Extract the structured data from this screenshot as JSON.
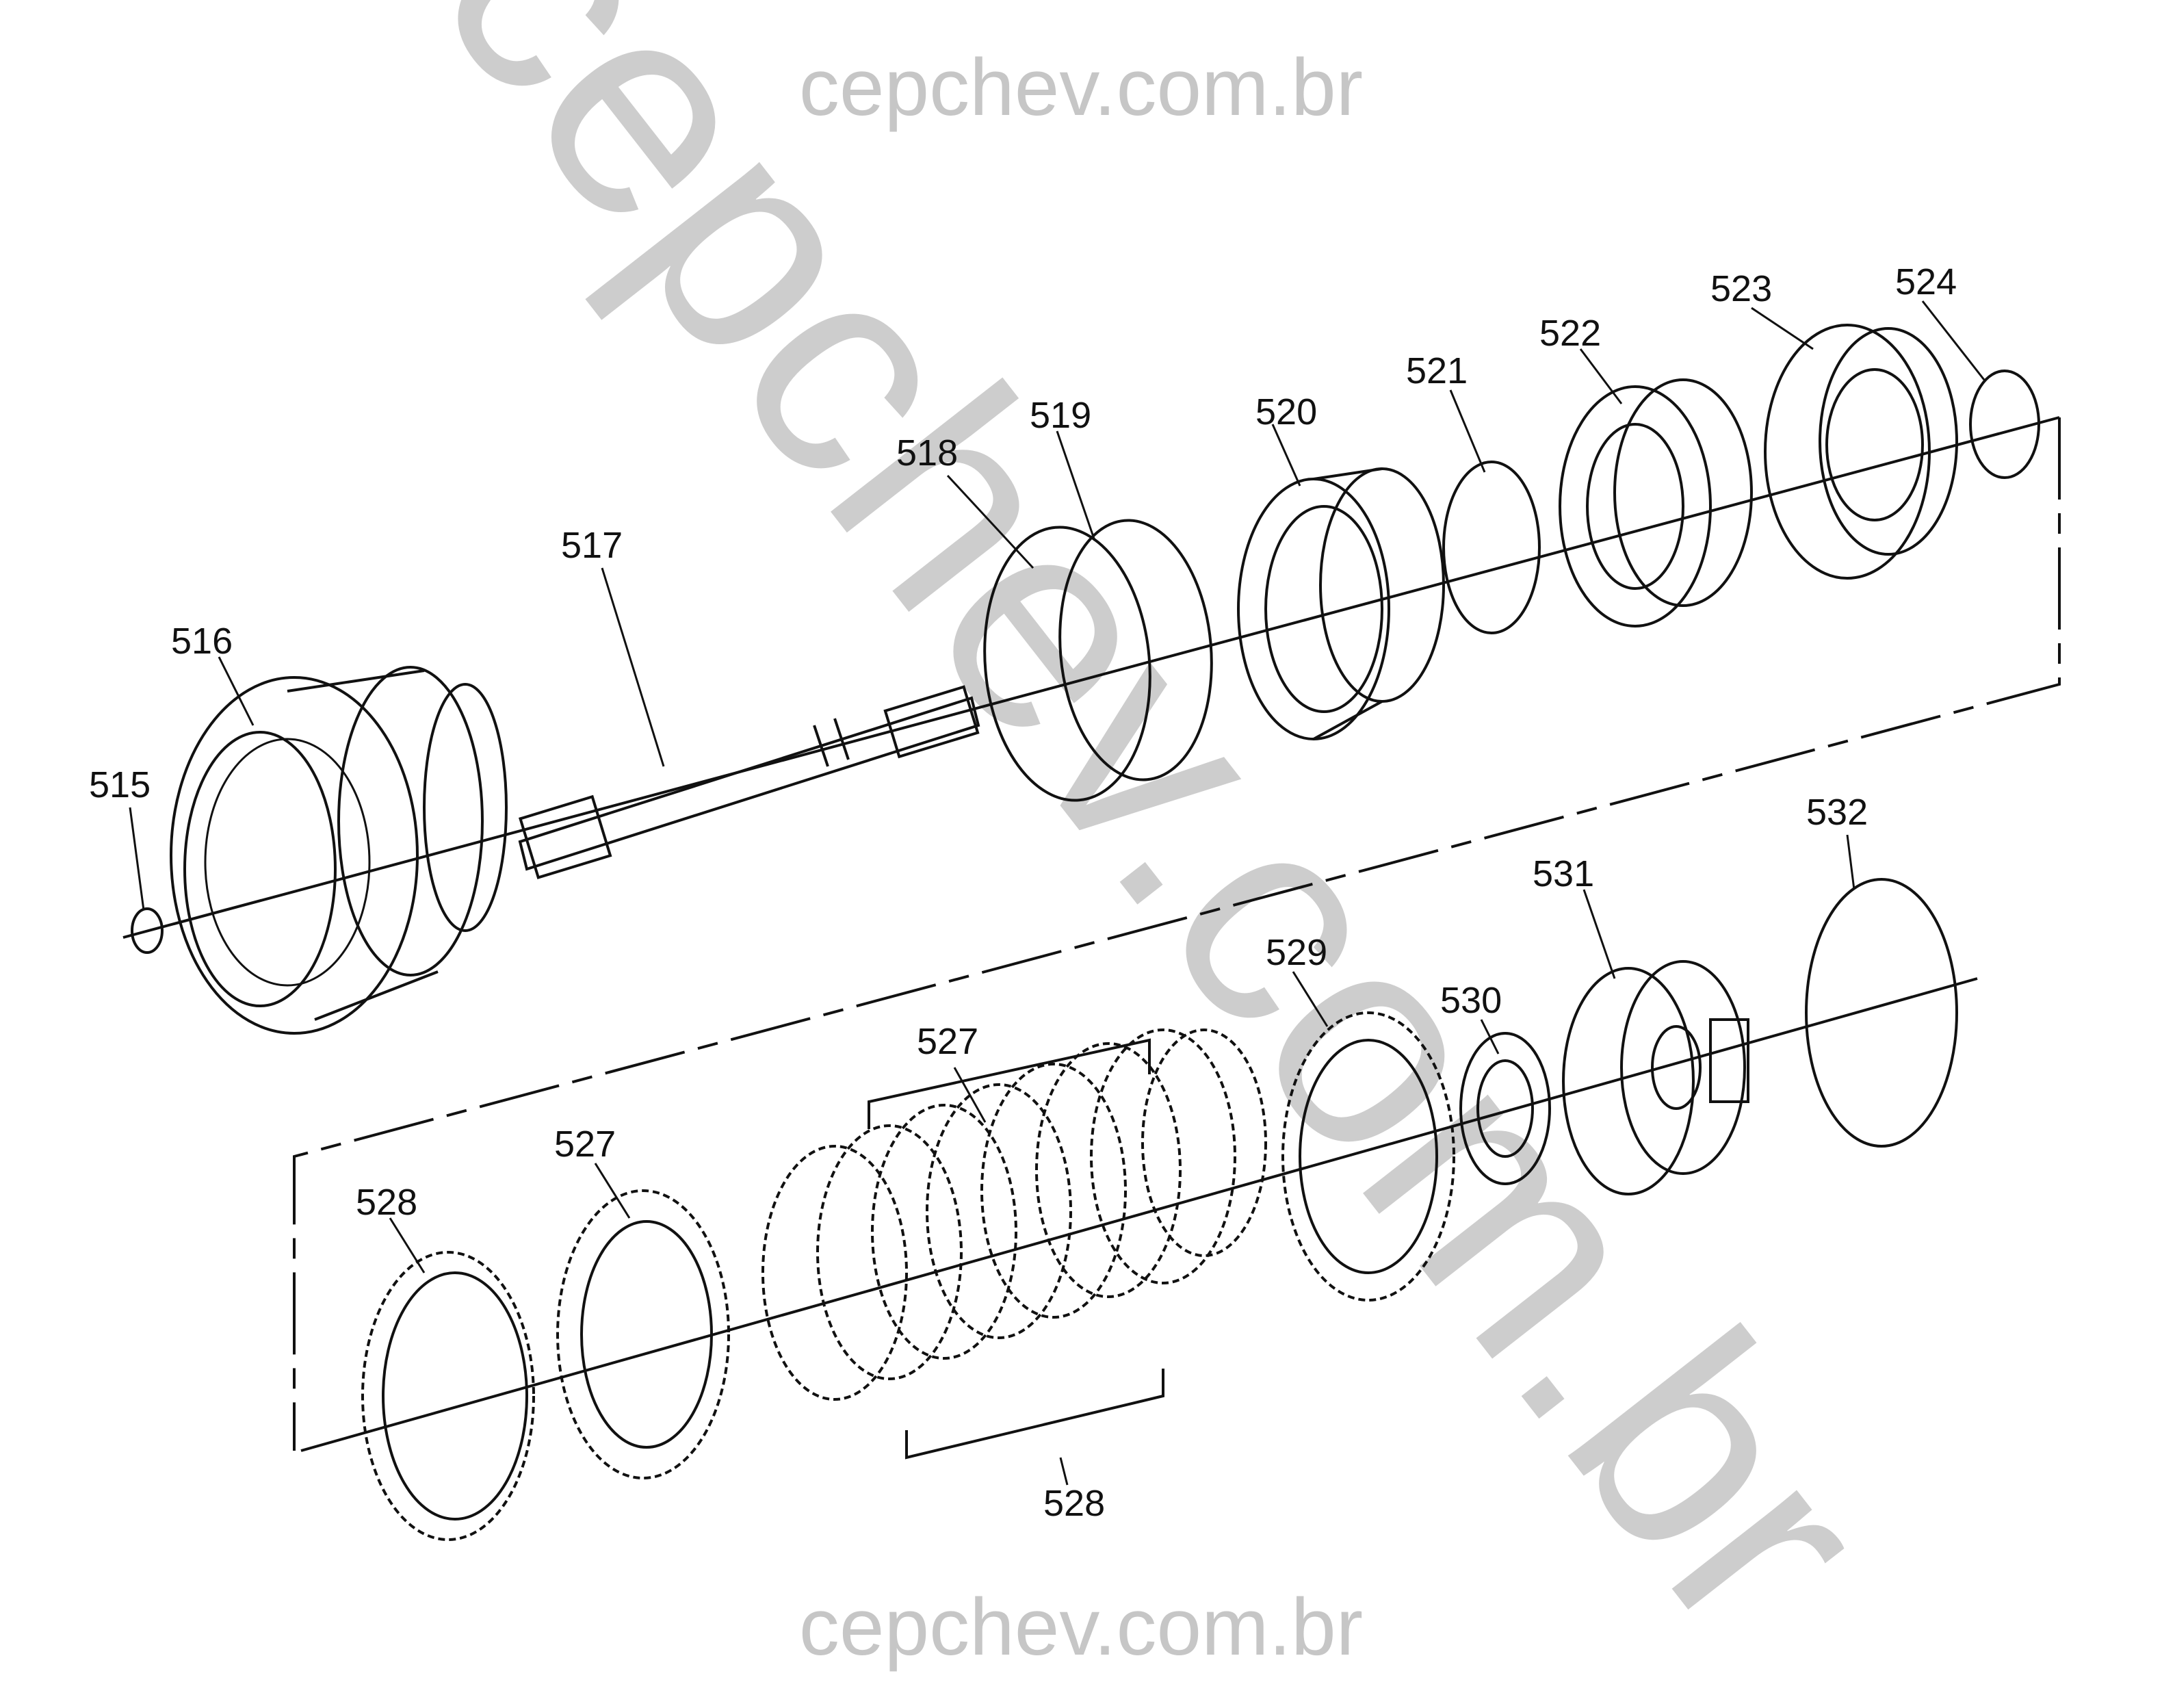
{
  "watermark": {
    "top": "cepchev.com.br",
    "bottom": "cepchev.com.br",
    "diagonal": "cepchev.com.br"
  },
  "callouts": {
    "c515": "515",
    "c516": "516",
    "c517": "517",
    "c518": "518",
    "c519": "519",
    "c520": "520",
    "c521": "521",
    "c522": "522",
    "c523": "523",
    "c524": "524",
    "c527a": "527",
    "c527b": "527",
    "c528a": "528",
    "c528b": "528",
    "c529": "529",
    "c530": "530",
    "c531": "531",
    "c532": "532"
  }
}
